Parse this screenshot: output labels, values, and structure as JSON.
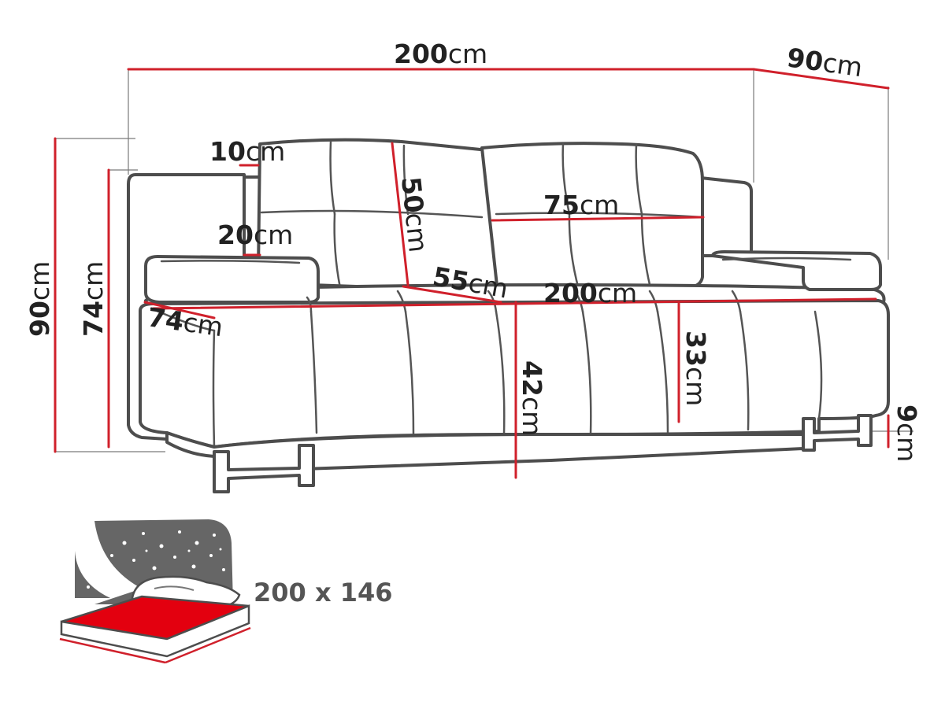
{
  "colors": {
    "dimension_line": "#d0202b",
    "outline": "#4d4d4d",
    "bed_fill": "#e3000f",
    "night_bg": "#666666"
  },
  "dimensions": {
    "total_width": {
      "value": "200",
      "unit": "cm"
    },
    "total_depth": {
      "value": "90",
      "unit": "cm"
    },
    "total_height": {
      "value": "90",
      "unit": "cm"
    },
    "arm_height": {
      "value": "74",
      "unit": "cm"
    },
    "arm_depth": {
      "value": "74",
      "unit": "cm"
    },
    "arm_width": {
      "value": "10",
      "unit": "cm"
    },
    "arm_thickness": {
      "value": "20",
      "unit": "cm"
    },
    "back_height": {
      "value": "50",
      "unit": "cm"
    },
    "cushion_width": {
      "value": "75",
      "unit": "cm"
    },
    "seat_depth": {
      "value": "55",
      "unit": "cm"
    },
    "seat_width": {
      "value": "200",
      "unit": "cm"
    },
    "seat_height": {
      "value": "42",
      "unit": "cm"
    },
    "base_height": {
      "value": "33",
      "unit": "cm"
    },
    "leg_height": {
      "value": "9",
      "unit": "cm"
    }
  },
  "sleeping_area": {
    "label": "200 x 146",
    "icon": "sleeping-area-icon"
  }
}
